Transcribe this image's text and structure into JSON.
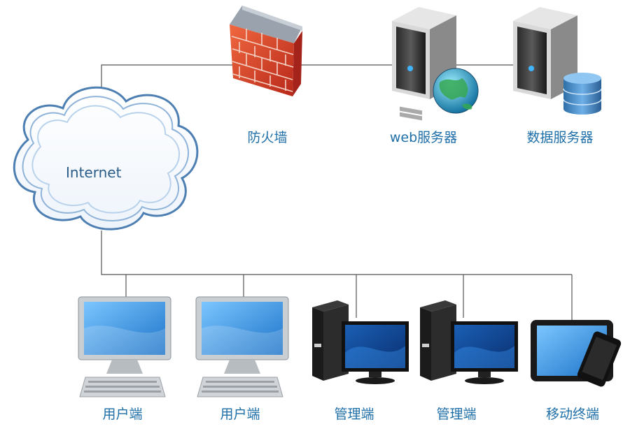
{
  "cloud": {
    "label": "Internet"
  },
  "servers": {
    "firewall": {
      "label": "防火墙",
      "icon": "firewall-icon"
    },
    "web": {
      "label": "web服务器",
      "icon": "web-server-icon"
    },
    "db": {
      "label": "数据服务器",
      "icon": "database-server-icon"
    }
  },
  "clients": [
    {
      "label": "用户端",
      "icon": "monitor-icon"
    },
    {
      "label": "用户端",
      "icon": "monitor-icon"
    },
    {
      "label": "管理端",
      "icon": "desktop-computer-icon"
    },
    {
      "label": "管理端",
      "icon": "desktop-computer-icon"
    },
    {
      "label": "移动终端",
      "icon": "tablet-phone-icon"
    }
  ],
  "colors": {
    "line": "#555555",
    "label": "#1f6fa8",
    "firewall": "#d9402a",
    "screen": "#2f8fdb"
  }
}
